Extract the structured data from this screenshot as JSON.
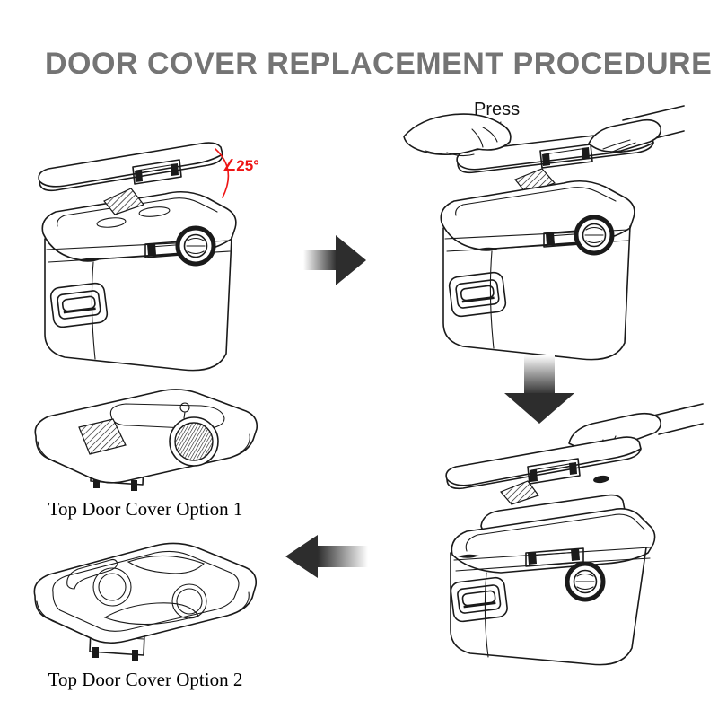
{
  "title": "DOOR COVER REPLACEMENT PROCEDURE",
  "annotations": {
    "angle": "∠25°",
    "press": "Press"
  },
  "options": [
    {
      "label": "Top Door Cover Option 1"
    },
    {
      "label": "Top Door Cover Option 2"
    }
  ],
  "colors": {
    "background": "#ffffff",
    "title_text": "#747474",
    "line_art": "#1a1a1a",
    "annotation_red": "#ee1414",
    "caption_text": "#000000",
    "arrow_dark": "#2d2d2d"
  }
}
